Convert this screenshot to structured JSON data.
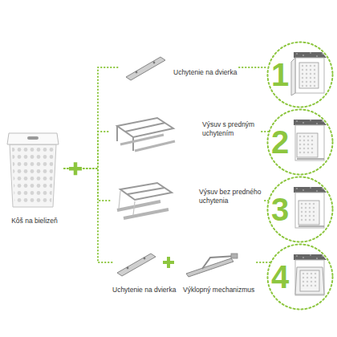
{
  "diagram": {
    "nodes": [
      {
        "text": [
          "Kôš na bielizeň"
        ]
      },
      {
        "text": [
          "Uchytenie na dvierka"
        ]
      },
      {
        "text": [
          "Výsuv s predným uchytením"
        ]
      },
      {
        "text": [
          "Výsuv bez predného uchytenia"
        ]
      },
      {
        "text": [
          "Uchytenie na dvierka"
        ]
      },
      {
        "text": [
          "Výklopný mechanizmus"
        ]
      },
      {
        "text": [
          "1"
        ]
      },
      {
        "text": [
          "2"
        ]
      },
      {
        "text": [
          "3"
        ]
      },
      {
        "text": [
          "4"
        ]
      }
    ],
    "edges": [
      {
        "from": 0,
        "to": 1,
        "arrow": "none"
      },
      {
        "from": 0,
        "to": 2,
        "arrow": "none"
      },
      {
        "from": 0,
        "to": 3,
        "arrow": "none"
      },
      {
        "from": 0,
        "to": 4,
        "arrow": "none"
      },
      {
        "from": 1,
        "to": 6,
        "arrow": "none"
      },
      {
        "from": 2,
        "to": 7,
        "arrow": "none"
      },
      {
        "from": 3,
        "to": 8,
        "arrow": "none"
      },
      {
        "from": 5,
        "to": 9,
        "arrow": "none"
      }
    ]
  }
}
